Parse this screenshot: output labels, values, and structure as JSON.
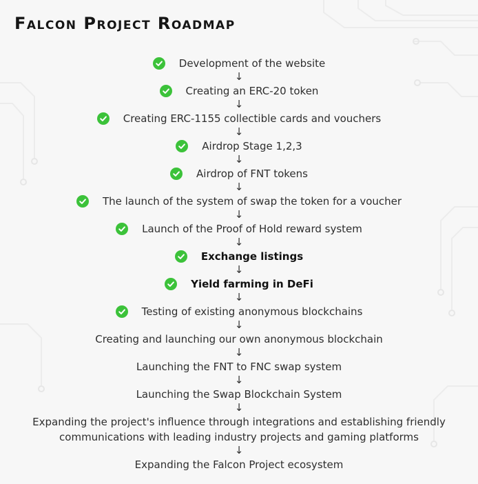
{
  "title": "Falcon Project Roadmap",
  "arrow_glyph": "↓",
  "colors": {
    "check": "#3cc23a",
    "background": "#f7f7f7",
    "text": "#2e2e2e"
  },
  "steps": [
    {
      "label": "Development of the website",
      "completed": true
    },
    {
      "label": "Creating an ERC-20 token",
      "completed": true
    },
    {
      "label": "Creating ERC-1155 collectible cards and vouchers",
      "completed": true
    },
    {
      "label": "Airdrop Stage 1,2,3",
      "completed": true
    },
    {
      "label": "Airdrop of FNT tokens",
      "completed": true
    },
    {
      "label": "The launch of the system of swap the token for a voucher",
      "completed": true
    },
    {
      "label": "Launch of the Proof of Hold reward system",
      "completed": true
    },
    {
      "label": "Exchange listings",
      "completed": true
    },
    {
      "label": "Yield farming in DeFi",
      "completed": true
    },
    {
      "label": "Testing of existing anonymous blockchains",
      "completed": true
    },
    {
      "label": "Creating and launching our own anonymous blockchain",
      "completed": false
    },
    {
      "label": "Launching the FNT to FNC swap system",
      "completed": false
    },
    {
      "label": "Launching the Swap Blockchain System",
      "completed": false
    },
    {
      "label": "Expanding the project's influence through integrations and establishing friendly communications with leading industry projects and gaming platforms",
      "completed": false
    },
    {
      "label": "Expanding the Falcon Project ecosystem",
      "completed": false
    }
  ]
}
